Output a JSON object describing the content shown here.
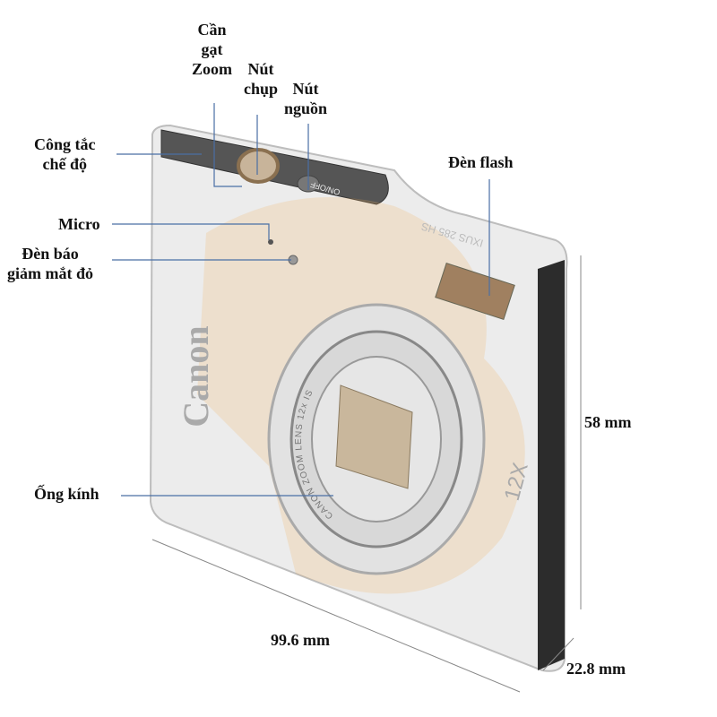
{
  "labels": {
    "zoom_lever": [
      "Cần",
      "gạt",
      "Zoom"
    ],
    "shutter": [
      "Nút",
      "chụp"
    ],
    "power": [
      "Nút",
      "nguồn"
    ],
    "mode_switch": [
      "Công tắc",
      "chế độ"
    ],
    "micro": "Micro",
    "red_eye": [
      "Đèn báo",
      "giảm mắt đỏ"
    ],
    "flash": "Đèn flash",
    "lens": "Ống kính"
  },
  "dimensions": {
    "height": "58 mm",
    "width": "99.6 mm",
    "depth": "22.8 mm"
  },
  "camera_text": {
    "brand": "Canon",
    "power_label": "ON/OFF",
    "zoom_badge": "12X",
    "model": "IXUS 285 HS",
    "lens_text": "CANON ZOOM LENS 12x IS"
  },
  "colors": {
    "leader": "#4a6fa5",
    "watermark": "#f0b060",
    "body": "#e9e9e9"
  }
}
